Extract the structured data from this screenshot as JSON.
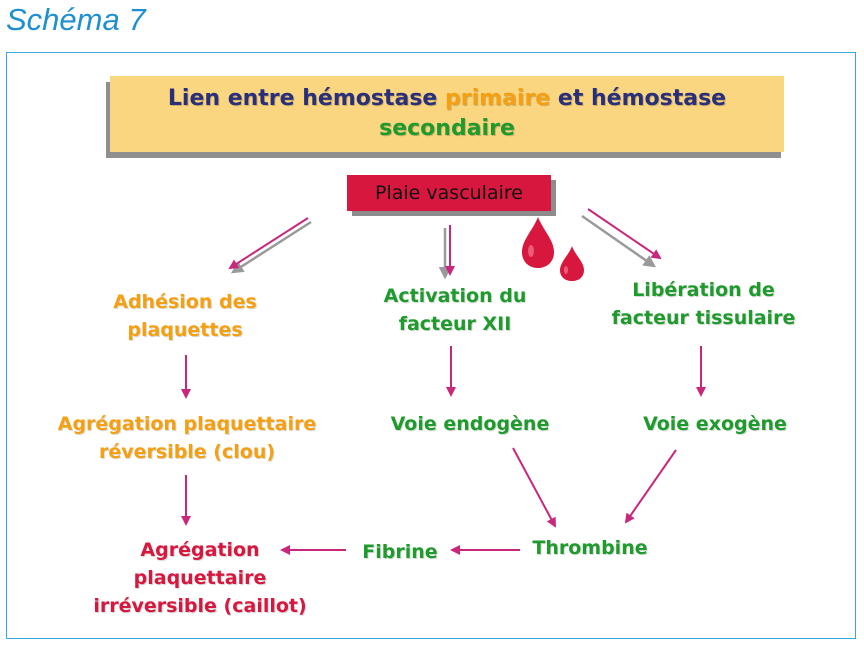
{
  "heading": "Schéma 7",
  "title": {
    "part1": "Lien entre hémostase ",
    "part2": "primaire",
    "part3": " et hémostase",
    "line2": "secondaire"
  },
  "nodes": {
    "plaie": "Plaie vasculaire",
    "adhesion_1": "Adhésion des",
    "adhesion_2": "plaquettes",
    "activation_1": "Activation du",
    "activation_2": "facteur XII",
    "liberation_1": "Libération de",
    "liberation_2": "facteur tissulaire",
    "agregation_rev_1": "Agrégation plaquettaire",
    "agregation_rev_2": "réversible (clou)",
    "voie_endogene": "Voie endogène",
    "voie_exogene": "Voie exogène",
    "thrombine": "Thrombine",
    "fibrine": "Fibrine",
    "agregation_irr_1": "Agrégation",
    "agregation_irr_2": "plaquettaire",
    "agregation_irr_3": "irréversible (caillot)"
  },
  "colors": {
    "heading": "#1e8fd0",
    "frame_border": "#3aa6dc",
    "title_bg": "#fbd680",
    "title_text": "#2a2f7a",
    "primary": "#f5a012",
    "secondary": "#1f9a2c",
    "plaie_bg": "#d8173f",
    "arrow": "#c8287c",
    "arrow_shadow": "#9a9a9a",
    "blood": "#d8173f"
  },
  "icons": [
    "blood-drop-icon",
    "blood-drop-icon"
  ]
}
